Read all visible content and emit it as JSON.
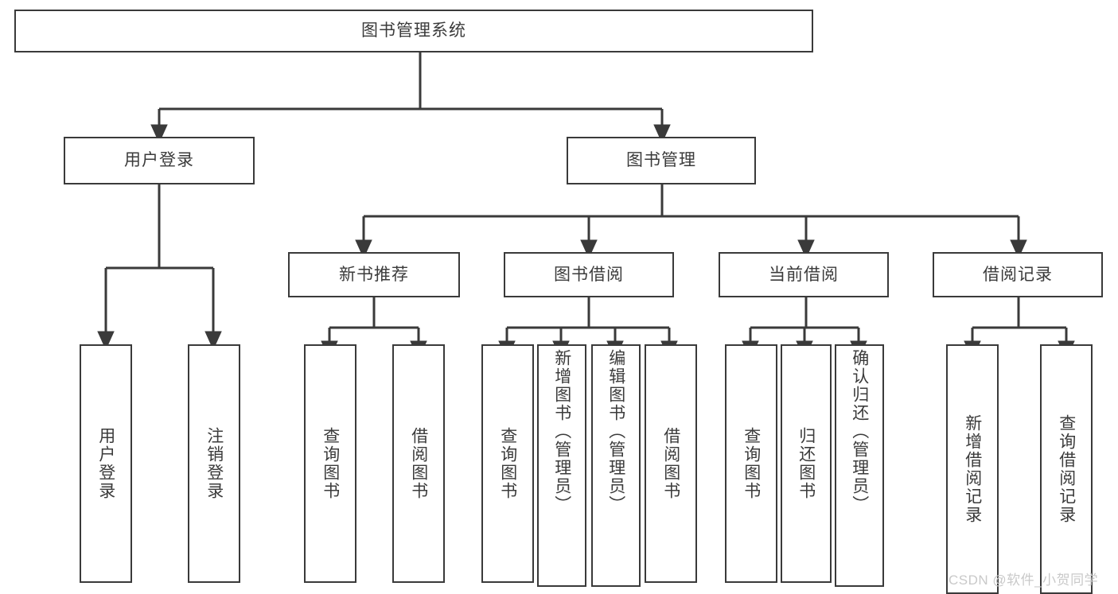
{
  "diagram": {
    "title": "图书管理系统",
    "type": "tree",
    "watermark": "CSDN @软件_小贺同学",
    "colors": {
      "stroke": "#3a3a3a",
      "text": "#3b3b3b",
      "background": "#ffffff",
      "watermark": "#c9c9c9"
    },
    "nodes": {
      "root": {
        "label": "图书管理系统"
      },
      "level2": [
        {
          "id": "user_login",
          "label": "用户登录"
        },
        {
          "id": "book_manage",
          "label": "图书管理"
        }
      ],
      "level3": [
        {
          "id": "new_book_rec",
          "label": "新书推荐"
        },
        {
          "id": "book_borrow",
          "label": "图书借阅"
        },
        {
          "id": "current_borrow",
          "label": "当前借阅"
        },
        {
          "id": "borrow_record",
          "label": "借阅记录"
        }
      ],
      "leaves": {
        "user_login": [
          {
            "id": "leaf_user_login",
            "label": "用户登录"
          },
          {
            "id": "leaf_logout",
            "label": "注销登录"
          }
        ],
        "new_book_rec": [
          {
            "id": "leaf_query_book_1",
            "label": "查询图书"
          },
          {
            "id": "leaf_borrow_book_1",
            "label": "借阅图书"
          }
        ],
        "book_borrow": [
          {
            "id": "leaf_query_book_2",
            "label": "查询图书"
          },
          {
            "id": "leaf_add_book",
            "label": "新增图书（管理员）"
          },
          {
            "id": "leaf_edit_book",
            "label": "编辑图书（管理员）"
          },
          {
            "id": "leaf_borrow_book_2",
            "label": "借阅图书"
          }
        ],
        "current_borrow": [
          {
            "id": "leaf_query_book_3",
            "label": "查询图书"
          },
          {
            "id": "leaf_return_book",
            "label": "归还图书"
          },
          {
            "id": "leaf_confirm_return",
            "label": "确认归还（管理员）"
          }
        ],
        "borrow_record": [
          {
            "id": "leaf_add_record",
            "label": "新增借阅记录"
          },
          {
            "id": "leaf_query_record",
            "label": "查询借阅记录"
          }
        ]
      }
    }
  }
}
